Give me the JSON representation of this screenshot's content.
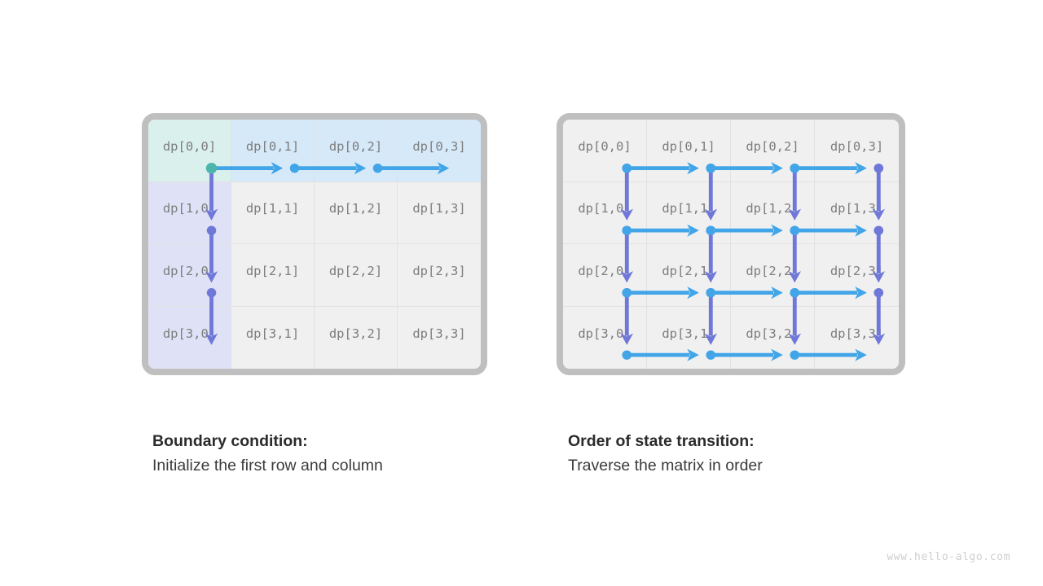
{
  "watermark": "www.hello-algo.com",
  "colors": {
    "origin_cell": "#d9f0ec",
    "first_row_cell": "#d6e9f9",
    "first_col_cell": "#dfe2f7",
    "plain_cell": "#f0f0f0",
    "frame": "#bfbfbf",
    "grid_line": "#e2e2e2",
    "label_text": "#7d7d7d",
    "horizontal_arrow": "#41a5e8",
    "vertical_arrow": "#6f78d8",
    "origin_dot": "#4db6ac",
    "caption_title": "#2b2b2b",
    "caption_text": "#3b3b3b",
    "watermark_text": "#cfcfcf"
  },
  "panels": [
    {
      "id": "boundary-condition",
      "caption_title": "Boundary condition:",
      "caption_text": "Initialize the first row and column",
      "cells": [
        [
          {
            "label": "dp[0,0]",
            "fill": "origin"
          },
          {
            "label": "dp[0,1]",
            "fill": "row0"
          },
          {
            "label": "dp[0,2]",
            "fill": "row0"
          },
          {
            "label": "dp[0,3]",
            "fill": "row0"
          }
        ],
        [
          {
            "label": "dp[1,0]",
            "fill": "col0"
          },
          {
            "label": "dp[1,1]",
            "fill": "plain"
          },
          {
            "label": "dp[1,2]",
            "fill": "plain"
          },
          {
            "label": "dp[1,3]",
            "fill": "plain"
          }
        ],
        [
          {
            "label": "dp[2,0]",
            "fill": "col0"
          },
          {
            "label": "dp[2,1]",
            "fill": "plain"
          },
          {
            "label": "dp[2,2]",
            "fill": "plain"
          },
          {
            "label": "dp[2,3]",
            "fill": "plain"
          }
        ],
        [
          {
            "label": "dp[3,0]",
            "fill": "col0"
          },
          {
            "label": "dp[3,1]",
            "fill": "plain"
          },
          {
            "label": "dp[3,2]",
            "fill": "plain"
          },
          {
            "label": "dp[3,3]",
            "fill": "plain"
          }
        ]
      ],
      "arrows": {
        "horizontal": [
          {
            "row": 0,
            "col": 0
          },
          {
            "row": 0,
            "col": 1
          },
          {
            "row": 0,
            "col": 2
          }
        ],
        "vertical": [
          {
            "row": 0,
            "col": 0
          },
          {
            "row": 1,
            "col": 0
          },
          {
            "row": 2,
            "col": 0
          }
        ],
        "origin_dot": {
          "row": 0,
          "col": 0
        }
      }
    },
    {
      "id": "state-transition-order",
      "caption_title": "Order of state transition:",
      "caption_text": "Traverse the matrix in order",
      "cells": [
        [
          {
            "label": "dp[0,0]",
            "fill": "plain"
          },
          {
            "label": "dp[0,1]",
            "fill": "plain"
          },
          {
            "label": "dp[0,2]",
            "fill": "plain"
          },
          {
            "label": "dp[0,3]",
            "fill": "plain"
          }
        ],
        [
          {
            "label": "dp[1,0]",
            "fill": "plain"
          },
          {
            "label": "dp[1,1]",
            "fill": "plain"
          },
          {
            "label": "dp[1,2]",
            "fill": "plain"
          },
          {
            "label": "dp[1,3]",
            "fill": "plain"
          }
        ],
        [
          {
            "label": "dp[2,0]",
            "fill": "plain"
          },
          {
            "label": "dp[2,1]",
            "fill": "plain"
          },
          {
            "label": "dp[2,2]",
            "fill": "plain"
          },
          {
            "label": "dp[2,3]",
            "fill": "plain"
          }
        ],
        [
          {
            "label": "dp[3,0]",
            "fill": "plain"
          },
          {
            "label": "dp[3,1]",
            "fill": "plain"
          },
          {
            "label": "dp[3,2]",
            "fill": "plain"
          },
          {
            "label": "dp[3,3]",
            "fill": "plain"
          }
        ]
      ],
      "arrows": {
        "horizontal": [
          {
            "row": 0,
            "col": 0
          },
          {
            "row": 0,
            "col": 1
          },
          {
            "row": 0,
            "col": 2
          },
          {
            "row": 1,
            "col": 0
          },
          {
            "row": 1,
            "col": 1
          },
          {
            "row": 1,
            "col": 2
          },
          {
            "row": 2,
            "col": 0
          },
          {
            "row": 2,
            "col": 1
          },
          {
            "row": 2,
            "col": 2
          },
          {
            "row": 3,
            "col": 0
          },
          {
            "row": 3,
            "col": 1
          },
          {
            "row": 3,
            "col": 2
          }
        ],
        "vertical": [
          {
            "row": 0,
            "col": 0
          },
          {
            "row": 0,
            "col": 1
          },
          {
            "row": 0,
            "col": 2
          },
          {
            "row": 0,
            "col": 3
          },
          {
            "row": 1,
            "col": 0
          },
          {
            "row": 1,
            "col": 1
          },
          {
            "row": 1,
            "col": 2
          },
          {
            "row": 1,
            "col": 3
          },
          {
            "row": 2,
            "col": 0
          },
          {
            "row": 2,
            "col": 1
          },
          {
            "row": 2,
            "col": 2
          },
          {
            "row": 2,
            "col": 3
          }
        ],
        "origin_dot": null
      }
    }
  ]
}
